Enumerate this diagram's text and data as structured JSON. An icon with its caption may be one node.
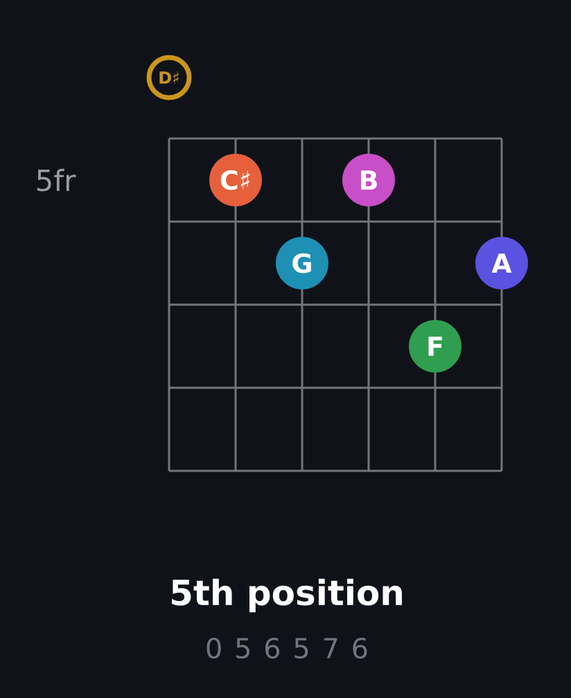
{
  "diagram": {
    "title": "5th position",
    "nodes": [
      {
        "text": [
          "D♯"
        ]
      },
      {
        "text": [
          "C♯"
        ]
      },
      {
        "text": [
          "B"
        ]
      },
      {
        "text": [
          "G"
        ]
      },
      {
        "text": [
          "A"
        ]
      },
      {
        "text": [
          "F"
        ]
      }
    ],
    "labels": [
      "5fr",
      "0 5 6 5 7 6"
    ]
  }
}
